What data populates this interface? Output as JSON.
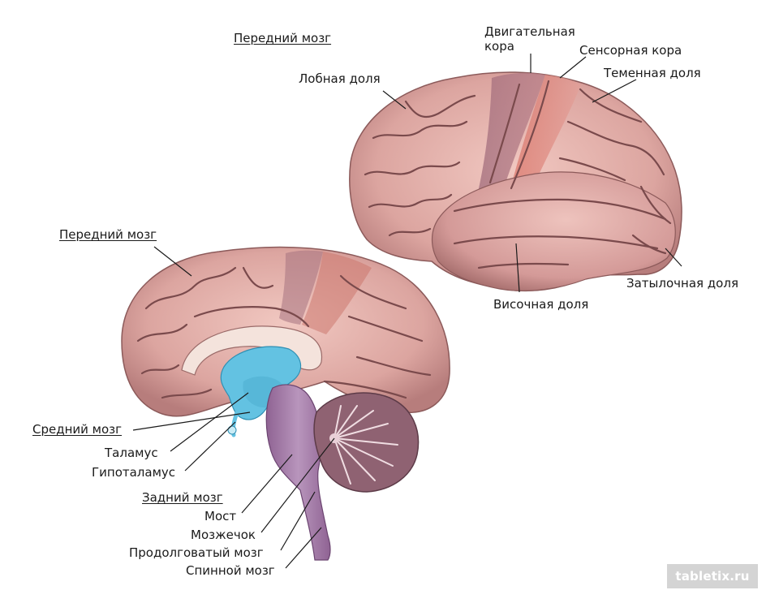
{
  "labels": {
    "forebrain_top": "Передний мозг",
    "motor_cortex": "Двигательная\nкора",
    "sensory_cortex": "Сенсорная кора",
    "frontal_lobe": "Лобная доля",
    "parietal_lobe": "Теменная доля",
    "occipital_lobe": "Затылочная доля",
    "temporal_lobe": "Височная доля",
    "forebrain_side": "Передний мозг",
    "midbrain": "Средний мозг",
    "thalamus": "Таламус",
    "hypothalamus": "Гипоталамус",
    "hindbrain": "Задний мозг",
    "pons": "Мост",
    "cerebellum": "Мозжечок",
    "medulla": "Продолговатый мозг",
    "spinal_cord": "Спинной мозг"
  },
  "watermark": "tabletix.ru",
  "colors": {
    "cortex": "#d9a3a0",
    "cortex_dark": "#b97c7a",
    "motor": "#a5727f",
    "sensory": "#c97268",
    "ventricle": "#63c2e2",
    "brainstem": "#a67ea8",
    "cerebellum": "#9a6e7a",
    "line": "#1a1a1a"
  }
}
